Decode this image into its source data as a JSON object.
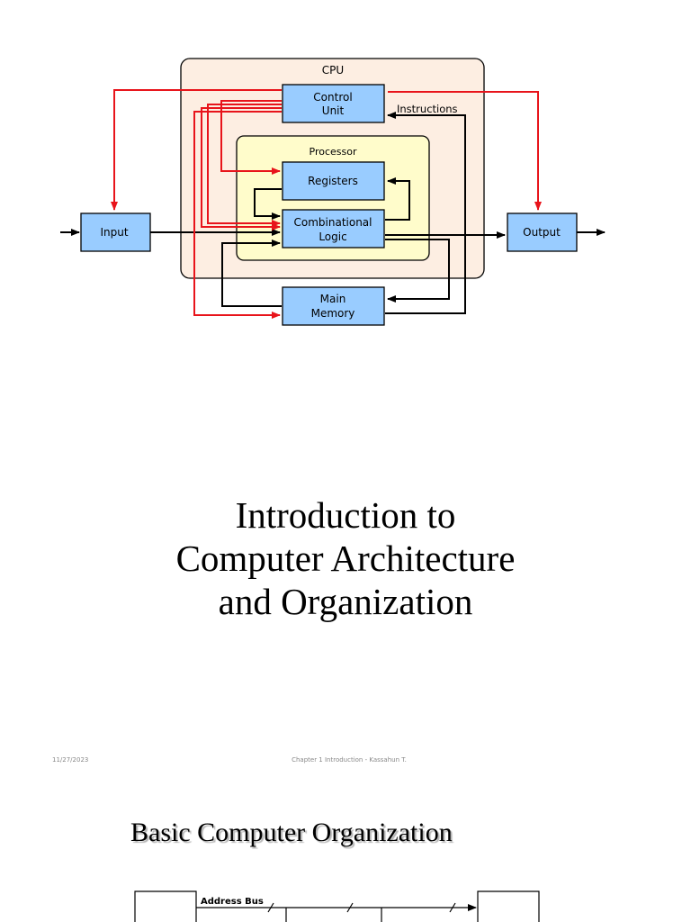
{
  "slide1": {
    "diagram": {
      "cpu_label": "CPU",
      "processor_label": "Processor",
      "control_unit_line1": "Control",
      "control_unit_line2": "Unit",
      "instructions_label": "Instructions",
      "registers_label": "Registers",
      "combinational_line1": "Combinational",
      "combinational_line2": "Logic",
      "input_label": "Input",
      "output_label": "Output",
      "main_memory_line1": "Main",
      "main_memory_line2": "Memory"
    },
    "title_lines": [
      "Introduction to",
      "Computer Architecture",
      "and Organization"
    ],
    "footer": {
      "date": "11/27/2023",
      "center": "Chapter 1  Introduction - Kassahun T."
    }
  },
  "slide2": {
    "title": "Basic Computer Organization",
    "address_bus_label": "Address Bus"
  },
  "colors": {
    "cpu_box": "#fdeee2",
    "processor_box": "#fffccb",
    "unit_box": "#99ccff",
    "control_arrow": "#e8141b",
    "data_arrow": "#000000"
  }
}
